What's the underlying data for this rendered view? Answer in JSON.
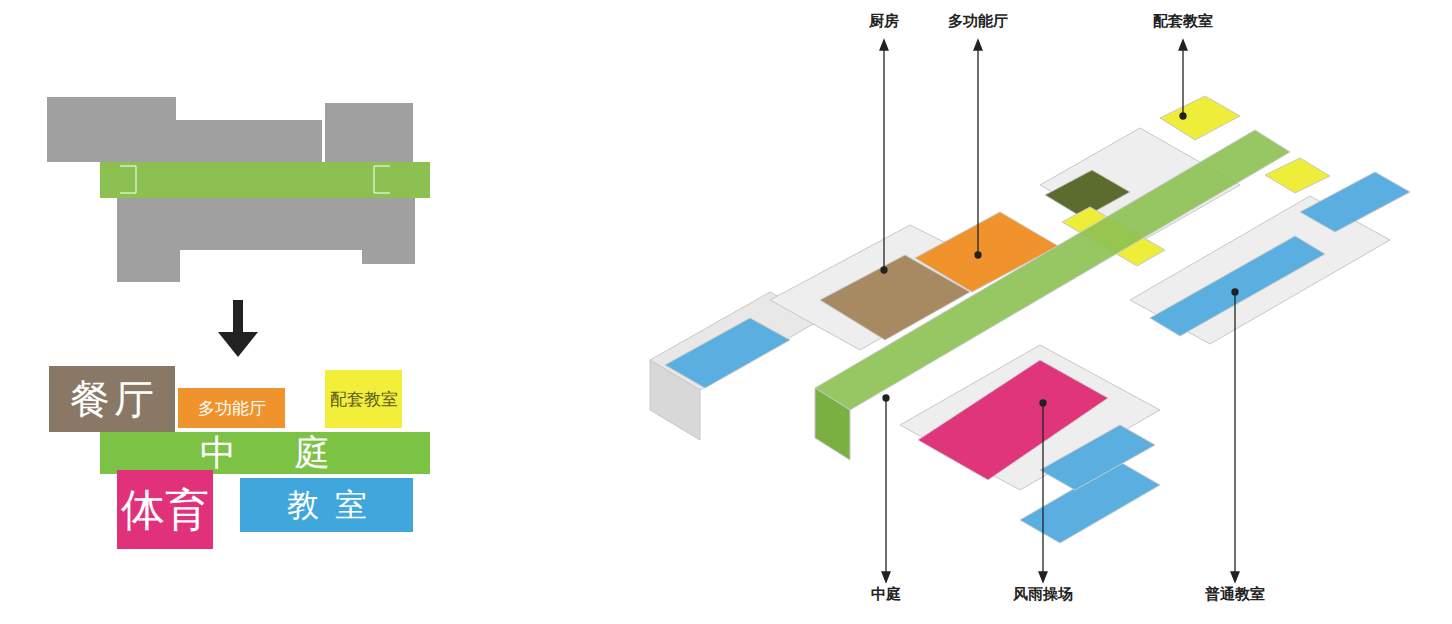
{
  "diagram": {
    "nodes": [
      {
        "text": [
          "餐厅"
        ]
      },
      {
        "text": [
          "多功能厅"
        ]
      },
      {
        "text": [
          "配套教室"
        ]
      },
      {
        "text": [
          "中庭"
        ]
      },
      {
        "text": [
          "体育"
        ]
      },
      {
        "text": [
          "教室"
        ]
      }
    ],
    "labels": [
      "厨房",
      "多功能厅",
      "配套教室",
      "中庭",
      "风雨操场",
      "普通教室"
    ]
  }
}
